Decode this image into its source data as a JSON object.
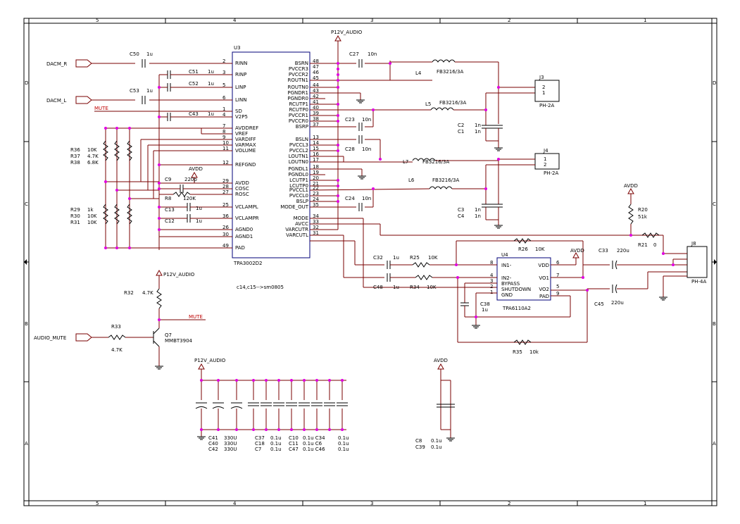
{
  "frame": {
    "cols_top": [
      "5",
      "4",
      "3",
      "2",
      "1"
    ],
    "cols_bottom": [
      "5",
      "4",
      "3",
      "2",
      "1"
    ],
    "rows_left": [
      "D",
      "C",
      "B",
      "A"
    ],
    "rows_right": [
      "D",
      "C",
      "B",
      "A"
    ]
  },
  "nets": {
    "dacm_r": "DACM_R",
    "dacm_l": "DACM_L",
    "mute": "MUTE",
    "mute2": "MUTE",
    "audio_mute": "AUDIO_MUTE",
    "p12v_top": "P12V_AUDIO",
    "p12v_q": "P12V_AUDIO",
    "p12v_bottom": "P12V_AUDIO",
    "avdd_u3": "AVDD",
    "avdd_r20": "AVDD",
    "avdd_u4": "AVDD",
    "avdd_bottom": "AVDD"
  },
  "u3": {
    "ref": "U3",
    "part": "TPA3002D2",
    "left_pins": [
      {
        "n": "2",
        "name": "RINN"
      },
      {
        "n": "3",
        "name": "RINP"
      },
      {
        "n": "5",
        "name": "LINP"
      },
      {
        "n": "6",
        "name": "LINN"
      },
      {
        "n": "1",
        "name": "SD"
      },
      {
        "n": "4",
        "name": "V2P5"
      },
      {
        "n": "7",
        "name": "AVDDREF"
      },
      {
        "n": "8",
        "name": "VREF"
      },
      {
        "n": "9",
        "name": "VARDIFF"
      },
      {
        "n": "10",
        "name": "VARMAX"
      },
      {
        "n": "11",
        "name": "VOLUME"
      },
      {
        "n": "12",
        "name": "REFGND"
      },
      {
        "n": "29",
        "name": "AVDD"
      },
      {
        "n": "28",
        "name": "COSC"
      },
      {
        "n": "27",
        "name": "ROSC"
      },
      {
        "n": "25",
        "name": "VCLAMPL"
      },
      {
        "n": "36",
        "name": "VCLAMPR"
      },
      {
        "n": "26",
        "name": "AGND0"
      },
      {
        "n": "30",
        "name": "AGND1"
      },
      {
        "n": "49",
        "name": "PAD"
      }
    ],
    "right_pins": [
      {
        "n": "48",
        "name": "BSRN"
      },
      {
        "n": "47",
        "name": "PVCCR3"
      },
      {
        "n": "46",
        "name": "PVCCR2"
      },
      {
        "n": "45",
        "name": "ROUTN1"
      },
      {
        "n": "44",
        "name": "ROUTN0"
      },
      {
        "n": "43",
        "name": "PGNDR1"
      },
      {
        "n": "42",
        "name": "PGNDR0"
      },
      {
        "n": "41",
        "name": "RCUTP1"
      },
      {
        "n": "40",
        "name": "RCUTP0"
      },
      {
        "n": "39",
        "name": "PVCCR1"
      },
      {
        "n": "38",
        "name": "PVCCR0"
      },
      {
        "n": "37",
        "name": "BSRP"
      },
      {
        "n": "13",
        "name": "BSLN"
      },
      {
        "n": "14",
        "name": "PVCCL3"
      },
      {
        "n": "15",
        "name": "PVCCL2"
      },
      {
        "n": "16",
        "name": "LOUTN1"
      },
      {
        "n": "17",
        "name": "LOUTN0"
      },
      {
        "n": "18",
        "name": "PGNDL1"
      },
      {
        "n": "19",
        "name": "PGNDL0"
      },
      {
        "n": "20",
        "name": "LCUTP1"
      },
      {
        "n": "21",
        "name": "LCUTP0"
      },
      {
        "n": "22",
        "name": "PVCCL1"
      },
      {
        "n": "23",
        "name": "PVCCL0"
      },
      {
        "n": "24",
        "name": "BSLP"
      },
      {
        "n": "35",
        "name": "MODE_OUT"
      },
      {
        "n": "34",
        "name": "MODE"
      },
      {
        "n": "33",
        "name": "AVCC"
      },
      {
        "n": "32",
        "name": "VARCUTR"
      },
      {
        "n": "31",
        "name": "VARCUTL"
      }
    ]
  },
  "u4": {
    "ref": "U4",
    "part": "TPA6110A2",
    "left_pins": [
      {
        "n": "8",
        "name": "IN1-"
      },
      {
        "n": "4",
        "name": "IN2-"
      },
      {
        "n": "3",
        "name": "BYPASS"
      },
      {
        "n": "2",
        "name": "SHUTDOWN"
      },
      {
        "n": "1",
        "name": "GND"
      }
    ],
    "right_pins": [
      {
        "n": "6",
        "name": "VDD"
      },
      {
        "n": "7",
        "name": "VO1"
      },
      {
        "n": "5",
        "name": "VO2"
      },
      {
        "n": "9",
        "name": "PAD"
      }
    ]
  },
  "parts": {
    "c50": "C50",
    "c50v": "1u",
    "c51": "C51",
    "c51v": "1u",
    "c52": "C52",
    "c52v": "1u",
    "c53": "C53",
    "c53v": "1u",
    "c43": "C43",
    "c43v": "1u",
    "c27": "C27",
    "c27v": "10n",
    "c23": "C23",
    "c23v": "10n",
    "c28": "C28",
    "c28v": "10n",
    "c24": "C24",
    "c24v": "10n",
    "l4": "L4",
    "l4v": "FB3216/3A",
    "l5": "L5",
    "l5v": "FB3216/3A",
    "l7": "L7",
    "l7v": "FB3216/3A",
    "l6": "L6",
    "l6v": "FB3216/3A",
    "c2": "C2",
    "c2v": "1n",
    "c1": "C1",
    "c1v": "1n",
    "c3": "C3",
    "c3v": "1n",
    "c4": "C4",
    "c4v": "1n",
    "j3": "J3",
    "j3v": "PH-2A",
    "j4": "J4",
    "j4v": "PH-2A",
    "j8": "J8",
    "j8v": "PH-4A",
    "r36": "R36",
    "r36v": "10K",
    "r37": "R37",
    "r37v": "4.7K",
    "r38": "R38",
    "r38v": "6.8K",
    "r29": "R29",
    "r29v": "1k",
    "r30": "R30",
    "r30v": "10K",
    "r31": "R31",
    "r31v": "10K",
    "c9": "C9",
    "c9v": "220p",
    "r8": "R8",
    "r8v": "120K",
    "c13": "C13",
    "c13v": "1u",
    "c12": "C12",
    "c12v": "1u",
    "r20": "R20",
    "r20v": "51k",
    "r21": "R21",
    "r21v": "0",
    "r26": "R26",
    "r26v": "10K",
    "c33": "C33",
    "c33v": "220u",
    "c45": "C45",
    "c45v": "220u",
    "c32": "C32",
    "c32v": "1u",
    "c48": "C48",
    "c48v": "1u",
    "r25": "R25",
    "r25v": "10K",
    "r34": "R34",
    "r34v": "10K",
    "c38": "C38",
    "c38v": "1u",
    "r35": "R35",
    "r35v": "10k",
    "r32": "R32",
    "r32v": "4.7K",
    "r33": "R33",
    "r33v": "4.7K",
    "q7": "Q7",
    "q7v": "MMBT3904"
  },
  "note": "c14,c15-->sm0805",
  "bank": {
    "row1": [
      "C41",
      "330U",
      "C37",
      "0.1u",
      "C10",
      "0.1u C34",
      "0.1u"
    ],
    "row2": [
      "C40",
      "330U",
      "C18",
      "0.1u",
      "C11",
      "0.1u C6",
      "0.1u"
    ],
    "row3": [
      "C42",
      "330U",
      "C7",
      "0.1u",
      "C47",
      "0.1u C46",
      "0.1u"
    ],
    "right1": [
      "C8",
      "0.1u"
    ],
    "right2": [
      "C39",
      "0.1u"
    ]
  },
  "pin_numbers": [
    "1",
    "2"
  ]
}
